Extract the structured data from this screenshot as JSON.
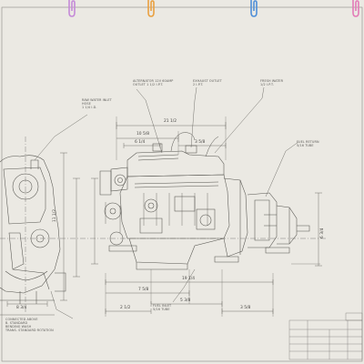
{
  "drawing": {
    "notes": [
      {
        "id": "raw-water-inlet",
        "lines": [
          "RAW WATER INLET",
          "HOSE",
          "1 1/4 I.D."
        ]
      },
      {
        "id": "alternator-outlet",
        "lines": [
          "ALTERNATOR 12V 60AMP",
          "OUTLET 1 1/2 I.P.T."
        ]
      },
      {
        "id": "exhaust-outlet",
        "lines": [
          "EXHAUST OUTLET",
          "2 I.P.T."
        ]
      },
      {
        "id": "fresh-water",
        "lines": [
          "FRESH WATER",
          "1/2 I.P.T."
        ]
      },
      {
        "id": "fuel-return",
        "lines": [
          "FUEL RETURN",
          "5/16 TUBE"
        ]
      },
      {
        "id": "fuel-inlet",
        "lines": [
          "FUEL INLET",
          "5/16 TUBE"
        ]
      },
      {
        "id": "engine-notes",
        "lines": [
          "CONNECTED ABOVE",
          "B. STANDARD",
          "BENDING WASH",
          "TRANS. STANDARD ROTATION"
        ]
      }
    ],
    "dimensions": [
      {
        "id": "dim-top-overall",
        "value": "21 1/2"
      },
      {
        "id": "dim-top-a",
        "value": "10 5/8"
      },
      {
        "id": "dim-top-b",
        "value": "6 1/4"
      },
      {
        "id": "dim-top-c",
        "value": "3 5/8"
      },
      {
        "id": "dim-bottom-a",
        "value": "19 1/4"
      },
      {
        "id": "dim-bottom-b",
        "value": "7 5/8"
      },
      {
        "id": "dim-bottom-c",
        "value": "5 3/8"
      },
      {
        "id": "dim-bottom-d",
        "value": "3 5/8"
      },
      {
        "id": "dim-bottom-e",
        "value": "2 1/2"
      },
      {
        "id": "dim-left-a",
        "value": "11 1/2"
      },
      {
        "id": "dim-left-b",
        "value": "8 3/4"
      },
      {
        "id": "dim-right-a",
        "value": "6 3/4"
      }
    ]
  },
  "title_block": {
    "cells": [
      "",
      "",
      "",
      "",
      "",
      "",
      "",
      "",
      ""
    ]
  },
  "colors": {
    "paper": "#ebe9e3",
    "line": "#55544f",
    "clip-purple": "#c58ad8",
    "clip-orange": "#e9a040",
    "clip-blue": "#4f8fd8",
    "clip-pink": "#e37bb7"
  },
  "icons": [
    "paper-clip-icon",
    "paper-clip-icon",
    "paper-clip-icon",
    "paper-clip-icon"
  ]
}
